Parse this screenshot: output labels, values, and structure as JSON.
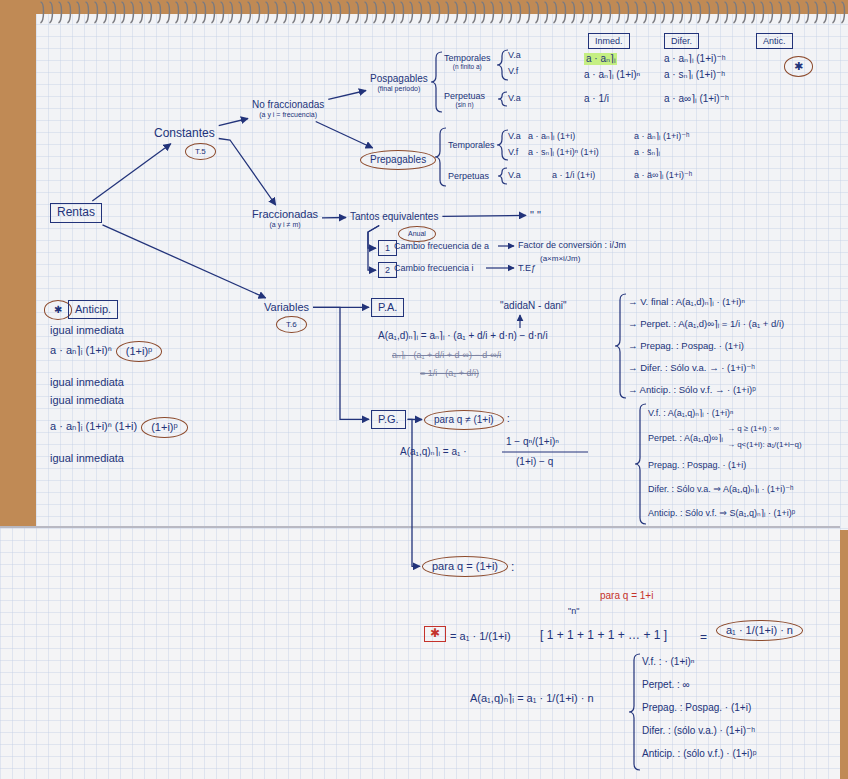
{
  "diagram": {
    "nodes": [
      {
        "text": [
          "Rentas"
        ]
      },
      {
        "text": [
          "Constantes"
        ]
      },
      {
        "text": [
          "T.5"
        ]
      },
      {
        "text": [
          "No fraccionadas",
          "(a y i = frecuencia)"
        ]
      },
      {
        "text": [
          "Pospagables",
          "(final periodo)"
        ]
      },
      {
        "text": [
          "Prepagables"
        ]
      },
      {
        "text": [
          "Temporales",
          "(n finito a)"
        ]
      },
      {
        "text": [
          "Perpetuas",
          "(sin n)"
        ]
      },
      {
        "text": [
          "Temporales"
        ]
      },
      {
        "text": [
          "Perpetuas"
        ]
      },
      {
        "text": [
          "Fraccionadas",
          "(a y i ≠ m)"
        ]
      },
      {
        "text": [
          "Tantos equivalentes"
        ]
      },
      {
        "text": [
          "\" \""
        ]
      },
      {
        "text": [
          "Anual"
        ]
      },
      {
        "text": [
          "1"
        ]
      },
      {
        "text": [
          "2"
        ]
      },
      {
        "text": [
          "Variables"
        ]
      },
      {
        "text": [
          "T.6"
        ]
      },
      {
        "text": [
          "P.A."
        ]
      },
      {
        "text": [
          "P.G."
        ]
      },
      {
        "text": [
          "para q ≠ (1+i)"
        ]
      },
      {
        "text": [
          "para q = (1+i)"
        ]
      },
      {
        "text": [
          "Inmed."
        ]
      },
      {
        "text": [
          "Difer."
        ]
      },
      {
        "text": [
          "Antic."
        ]
      },
      {
        "text": [
          "✱"
        ]
      },
      {
        "text": [
          "✱"
        ]
      },
      {
        "text": [
          "Anticip."
        ]
      },
      {
        "text": [
          "(1+i)ᵖ"
        ]
      },
      {
        "text": [
          "(1+i)ᵖ"
        ]
      },
      {
        "text": [
          "✱"
        ]
      },
      {
        "text": [
          "a₁ · 1/(1+i) · n"
        ]
      }
    ],
    "edges": [
      {
        "from": 0,
        "to": 1,
        "arrow": "to"
      },
      {
        "from": 0,
        "to": 16,
        "arrow": "to"
      },
      {
        "from": 1,
        "to": 3,
        "arrow": "to"
      },
      {
        "from": 1,
        "to": 10,
        "arrow": "to"
      },
      {
        "from": 3,
        "to": 4,
        "arrow": "to"
      },
      {
        "from": 3,
        "to": 5,
        "arrow": "to"
      },
      {
        "from": 10,
        "to": 11,
        "arrow": "to"
      },
      {
        "from": 11,
        "to": 12,
        "arrow": "to"
      },
      {
        "from": 11,
        "to": 14,
        "arrow": "to"
      },
      {
        "from": 11,
        "to": 15,
        "arrow": "to"
      },
      {
        "from": 16,
        "to": 18,
        "arrow": "to"
      },
      {
        "from": 16,
        "to": 19,
        "arrow": "to"
      },
      {
        "from": 19,
        "to": 20,
        "arrow": "to"
      },
      {
        "from": 19,
        "to": 21,
        "arrow": "to"
      }
    ],
    "labels": [
      "a · aₙ⌉ᵢ",
      "a · aₙ⌉ᵢ (1+i)ⁿ",
      "a · aₙ⌉ᵢ (1+i)⁻ʰ",
      "a · sₙ⌉ᵢ (1+i)⁻ʰ",
      "V.a",
      "V.f",
      "V.a",
      "a · 1/i",
      "a · a∞⌉ᵢ (1+i)⁻ʰ",
      "V.a",
      "V.f",
      "a · aₙ⌉ᵢ (1+i)",
      "a · sₙ⌉ᵢ (1+i)ⁿ (1+i)",
      "a · äₙ⌉ᵢ (1+i)⁻ʰ",
      "a · s̈ₙ⌉ᵢ",
      "V.a",
      "a · 1/i (1+i)",
      "a · ä∞⌉ᵢ (1+i)⁻ʰ",
      "Cambio frecuencia de a",
      "Factor de conversión : i/Jm",
      "(a×m×i/Jm)",
      "Cambio frecuencia i",
      "T.Eƒ",
      "\"adidaN - dani\"",
      "A(a₁,d)ₙ⌉ᵢ = aₙ⌉ᵢ · (a₁ + d/i + d·n) − d·n/i",
      "aₙ⌉ᵢ · (a₁ + d/i + d·∞) − d·∞/i",
      "= 1/i · (a₁ + d/i)",
      "→ V. final : A(a₁,d)ₙ⌉ᵢ · (1+i)ⁿ",
      "→ Perpet. : A(a₁,d)∞⌉ᵢ = 1/i · (a₁ + d/i)",
      "→ Prepag. : Pospag. · (1+i)",
      "→ Difer. : Sólo v.a. → · (1+i)⁻ʰ",
      "→ Anticip. : Sólo v.f. → · (1+i)ᵖ",
      ":",
      "A(a₁,q)ₙ⌉ᵢ = a₁ ·",
      "1 − qⁿ/(1+i)ⁿ",
      "(1+i) − q",
      "V.f. : A(a₁,q)ₙ⌉ᵢ · (1+i)ⁿ",
      "Perpet. : A(a₁,q)∞⌉ᵢ",
      "→ q ≥ (1+i) : ∞",
      "→ q<(1+i): a₁/(1+i−q)",
      "Prepag. : Pospag. · (1+i)",
      "Difer. : Sólo v.a. ⇒ A(a₁,q)ₙ⌉ᵢ · (1+i)⁻ʰ",
      "Anticip. : Sólo v.f. ⇒ S(a₁,q)ₙ⌉ᵢ · (1+i)ᵖ",
      ":",
      "para q = 1+i",
      "\"n\"",
      "= a₁ · 1/(1+i)",
      "[ 1 + 1 + 1 + 1 + … + 1 ]",
      "=",
      "A(a₁,q)ₙ⌉ᵢ = a₁ · 1/(1+i) · n",
      "V.f. : · (1+i)ⁿ",
      "Perpet. : ∞",
      "Prepag. : Pospag. · (1+i)",
      "Difer. : (sólo v.a.) · (1+i)⁻ʰ",
      "Anticip. : (sólo v.f.) · (1+i)ᵖ",
      "igual inmediata",
      "a · aₙ⌉ᵢ (1+i)ⁿ",
      "igual inmediata",
      "igual inmediata",
      "a · aₙ⌉ᵢ (1+i)ⁿ (1+i)",
      "igual inmediata"
    ]
  }
}
